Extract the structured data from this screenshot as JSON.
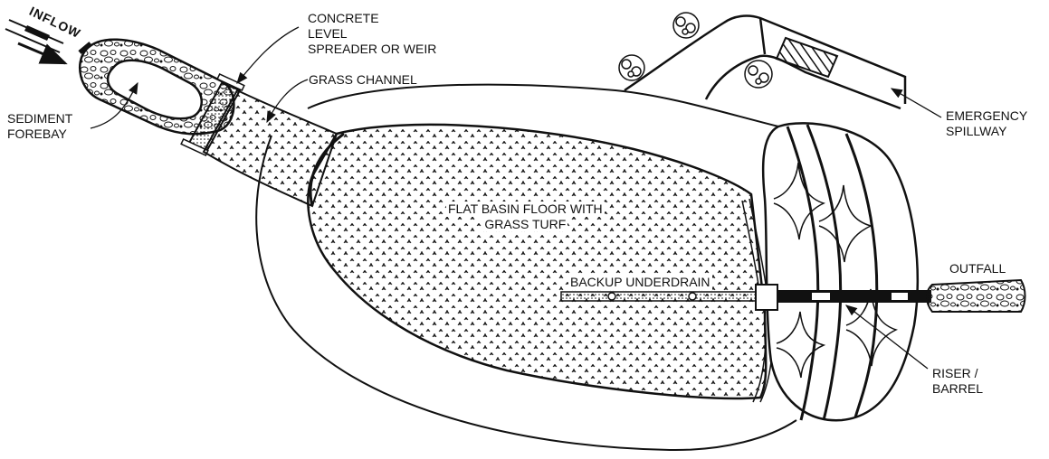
{
  "labels": {
    "inflow": "INFLOW",
    "sediment_forebay": [
      "SEDIMENT",
      "FOREBAY"
    ],
    "concrete_level_spreader": [
      "CONCRETE",
      "LEVEL",
      "SPREADER OR WEIR"
    ],
    "grass_channel": "GRASS CHANNEL",
    "emergency_spillway": [
      "EMERGENCY",
      "SPILLWAY"
    ],
    "flat_basin_floor": [
      "FLAT BASIN FLOOR WITH",
      "GRASS TURF"
    ],
    "backup_underdrain": "BACKUP UNDERDRAIN",
    "outfall": "OUTFALL",
    "riser_barrel": [
      "RISER /",
      "BARREL"
    ]
  },
  "colors": {
    "line": "#111111",
    "background": "#ffffff"
  },
  "icons": [
    "tree-icon",
    "flow-arrow-icon",
    "grass-tuft-icon",
    "stone-fill-icon"
  ]
}
